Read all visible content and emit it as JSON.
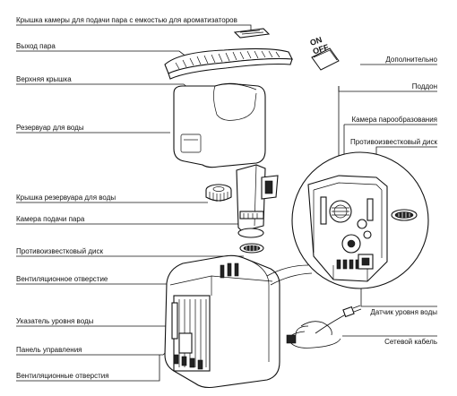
{
  "labels": {
    "steam_chamber_cover": "Крышка камеры для подачи пара с емкостью для ароматизаторов",
    "steam_outlet": "Выход пара",
    "top_cover": "Верхняя крышка",
    "water_tank": "Резервуар для воды",
    "tank_cap": "Крышка резервуара для воды",
    "steam_feed_chamber": "Камера подачи пара",
    "anti_scale_disc_left": "Противоизвестковый диск",
    "vent_hole": "Вентиляционное отверстие",
    "water_level_indicator": "Указатель уровня воды",
    "control_panel": "Панель управления",
    "vent_holes": "Вентиляционные отверстия",
    "optional": "Дополнительно",
    "base": "Поддон",
    "steam_chamber": "Камера парообразования",
    "anti_scale_disc_right": "Противоизвестковый диск",
    "water_level_sensor": "Датчик уровня воды",
    "power_cord": "Сетевой кабель"
  },
  "badge": {
    "on": "ON",
    "off": "OFF"
  }
}
